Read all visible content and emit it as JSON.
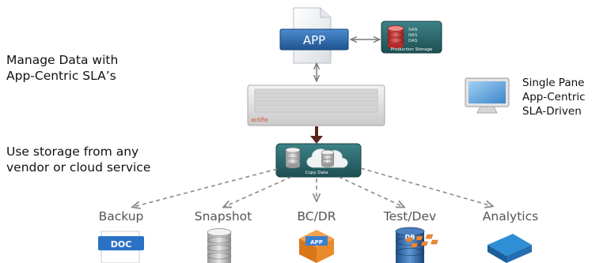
{
  "left_labels": {
    "manage_line1": "Manage Data with",
    "manage_line2": "App-Centric SLA’s",
    "storage_line1": "Use storage from any",
    "storage_line2": "vendor or cloud service"
  },
  "right_labels": {
    "line1": "Single Pane",
    "line2": "App-Centric",
    "line3": "SLA-Driven"
  },
  "app_box": {
    "label": "APP"
  },
  "production_storage": {
    "lines": [
      "SAN",
      "NAS",
      "DAS"
    ],
    "caption": "Production Storage"
  },
  "appliance": {
    "brand": "actifio"
  },
  "copy_data": {
    "caption": "Copy Data"
  },
  "use_cases": [
    {
      "label": "Backup",
      "icon": "doc-icon",
      "icon_text": "DOC"
    },
    {
      "label": "Snapshot",
      "icon": "database-stack-icon"
    },
    {
      "label": "BC/DR",
      "icon": "app-box-icon",
      "icon_text": "APP"
    },
    {
      "label": "Test/Dev",
      "icon": "db-cylinder-icon",
      "icon_text": "DB"
    },
    {
      "label": "Analytics",
      "icon": "cube-grid-icon"
    }
  ],
  "colors": {
    "app_blue": "#2f6db3",
    "storage_teal": "#2a6f73",
    "arrow_dark": "#5a2418",
    "dashed_gray": "#8a8a8a",
    "bcdr_orange": "#e8862a",
    "analytics_blue": "#2e8fd6"
  }
}
